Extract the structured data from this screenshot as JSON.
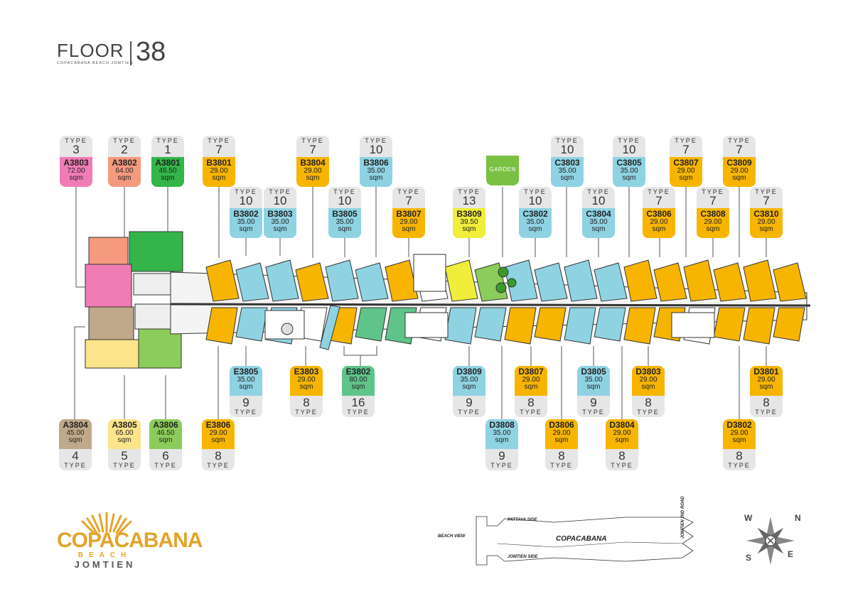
{
  "title": {
    "floor_label": "FLOOR",
    "floor_number": "38",
    "subtitle": "COPACABANA BEACH JOMTIEN"
  },
  "type_word": "TYPE",
  "area_unit": "sqm",
  "garden_label": "GARDEN",
  "units_top": [
    {
      "unit": "A3803",
      "area": "72.00",
      "type": "3",
      "color": "pink"
    },
    {
      "unit": "A3802",
      "area": "64.00",
      "type": "2",
      "color": "salmon"
    },
    {
      "unit": "A3801",
      "area": "46.50",
      "type": "1",
      "color": "green"
    },
    {
      "unit": "B3801",
      "area": "29.00",
      "type": "7",
      "color": "yellow"
    },
    {
      "unit": "B3802",
      "area": "35.00",
      "type": "10",
      "color": "blue"
    },
    {
      "unit": "B3803",
      "area": "35.00",
      "type": "10",
      "color": "blue"
    },
    {
      "unit": "B3804",
      "area": "29.00",
      "type": "7",
      "color": "yellow"
    },
    {
      "unit": "B3805",
      "area": "35.00",
      "type": "10",
      "color": "blue"
    },
    {
      "unit": "B3806",
      "area": "35.00",
      "type": "10",
      "color": "blue"
    },
    {
      "unit": "B3807",
      "area": "29.00",
      "type": "7",
      "color": "yellow"
    },
    {
      "unit": "B3809",
      "area": "39.50",
      "type": "13",
      "color": "lime"
    },
    {
      "unit": "C3802",
      "area": "35.00",
      "type": "10",
      "color": "blue"
    },
    {
      "unit": "C3803",
      "area": "35.00",
      "type": "10",
      "color": "blue"
    },
    {
      "unit": "C3804",
      "area": "35.00",
      "type": "10",
      "color": "blue"
    },
    {
      "unit": "C3805",
      "area": "35.00",
      "type": "10",
      "color": "blue"
    },
    {
      "unit": "C3806",
      "area": "29.00",
      "type": "7",
      "color": "yellow"
    },
    {
      "unit": "C3807",
      "area": "29.00",
      "type": "7",
      "color": "yellow"
    },
    {
      "unit": "C3808",
      "area": "29.00",
      "type": "7",
      "color": "yellow"
    },
    {
      "unit": "C3809",
      "area": "29.00",
      "type": "7",
      "color": "yellow"
    },
    {
      "unit": "C3810",
      "area": "29.00",
      "type": "7",
      "color": "yellow"
    }
  ],
  "units_bottom": [
    {
      "unit": "E3805",
      "area": "35.00",
      "type": "9",
      "color": "blue"
    },
    {
      "unit": "E3803",
      "area": "29.00",
      "type": "8",
      "color": "yellow"
    },
    {
      "unit": "E3802",
      "area": "80.00",
      "type": "16",
      "color": "mint"
    },
    {
      "unit": "D3809",
      "area": "35.00",
      "type": "9",
      "color": "blue"
    },
    {
      "unit": "D3807",
      "area": "29.00",
      "type": "8",
      "color": "yellow"
    },
    {
      "unit": "D3805",
      "area": "35.00",
      "type": "9",
      "color": "blue"
    },
    {
      "unit": "D3803",
      "area": "29.00",
      "type": "8",
      "color": "yellow"
    },
    {
      "unit": "D3801",
      "area": "29.00",
      "type": "8",
      "color": "yellow"
    },
    {
      "unit": "A3804",
      "area": "45.00",
      "type": "4",
      "color": "tan"
    },
    {
      "unit": "A3805",
      "area": "65.00",
      "type": "5",
      "color": "paleyellow"
    },
    {
      "unit": "A3806",
      "area": "46.50",
      "type": "6",
      "color": "lightgreen"
    },
    {
      "unit": "E3806",
      "area": "29.00",
      "type": "8",
      "color": "yellow"
    },
    {
      "unit": "D3808",
      "area": "35.00",
      "type": "9",
      "color": "blue"
    },
    {
      "unit": "D3806",
      "area": "29.00",
      "type": "8",
      "color": "yellow"
    },
    {
      "unit": "D3804",
      "area": "29.00",
      "type": "8",
      "color": "yellow"
    },
    {
      "unit": "D3802",
      "area": "29.00",
      "type": "8",
      "color": "yellow"
    }
  ],
  "logo": {
    "line1": "COPACABANA",
    "line2": "BEACH",
    "line3": "JOMTIEN"
  },
  "key_plan": {
    "pattaya_side": "PATTAYA SIDE",
    "jomtien_side": "JOMTIEN SIDE",
    "beach_view": "BEACH VIEW",
    "building": "COPACABANA",
    "road": "JOMTIEN 2ND ROAD"
  },
  "compass": {
    "n": "N",
    "e": "E",
    "s": "S",
    "w": "W"
  },
  "colors": {
    "yellow": "#f7b500",
    "blue": "#8fd3e3",
    "pink": "#f07cb5",
    "salmon": "#f59a7e",
    "green": "#33b54a",
    "lime": "#f0ee3a",
    "tan": "#bfa98a",
    "paleyellow": "#fbe48a",
    "lightgreen": "#8ccc5a",
    "mint": "#5fc48a",
    "garden": "#79c043"
  }
}
